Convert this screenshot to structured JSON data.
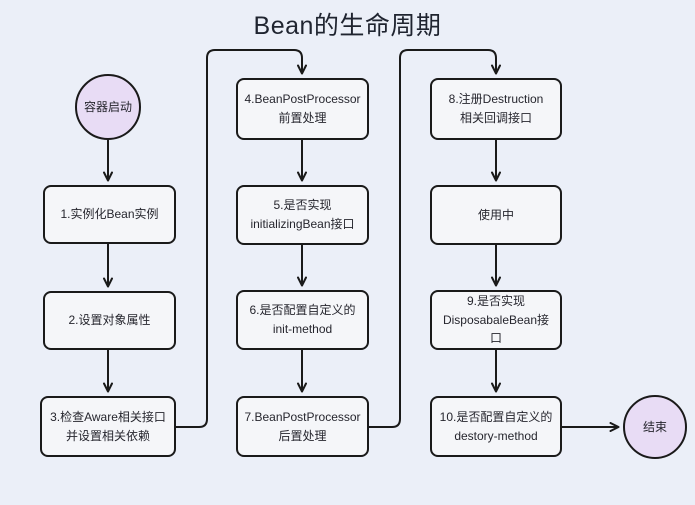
{
  "title": "Bean的生命周期",
  "colors": {
    "background": "#ebeff8",
    "node_fill": "#f5f6f9",
    "circle_fill": "#e8dcf5",
    "stroke": "#1a1a1a",
    "text": "#26262e"
  },
  "nodes": {
    "start": {
      "shape": "circle",
      "lines": [
        "容器启动"
      ]
    },
    "step1": {
      "shape": "box",
      "lines": [
        "1.实例化Bean实例"
      ]
    },
    "step2": {
      "shape": "box",
      "lines": [
        "2.设置对象属性"
      ]
    },
    "step3": {
      "shape": "box",
      "lines": [
        "3.检查Aware相关接口",
        "并设置相关依赖"
      ]
    },
    "step4": {
      "shape": "box",
      "lines": [
        "4.BeanPostProcessor",
        "前置处理"
      ]
    },
    "step5": {
      "shape": "box",
      "lines": [
        "5.是否实现",
        "initializingBean接口"
      ]
    },
    "step6": {
      "shape": "box",
      "lines": [
        "6.是否配置自定义的",
        "init-method"
      ]
    },
    "step7": {
      "shape": "box",
      "lines": [
        "7.BeanPostProcessor",
        "后置处理"
      ]
    },
    "step8": {
      "shape": "box",
      "lines": [
        "8.注册Destruction",
        "相关回调接口"
      ]
    },
    "using": {
      "shape": "box",
      "lines": [
        "使用中"
      ]
    },
    "step9": {
      "shape": "box",
      "lines": [
        "9.是否实现",
        "DisposabaleBean接口"
      ]
    },
    "step10": {
      "shape": "box",
      "lines": [
        "10.是否配置自定义的",
        "destory-method"
      ]
    },
    "end": {
      "shape": "circle",
      "lines": [
        "结束"
      ]
    }
  },
  "edges": [
    "start->step1",
    "step1->step2",
    "step2->step3",
    "step3->step4",
    "step4->step5",
    "step5->step6",
    "step6->step7",
    "step7->step8",
    "step8->using",
    "using->step9",
    "step9->step10",
    "step10->end"
  ]
}
